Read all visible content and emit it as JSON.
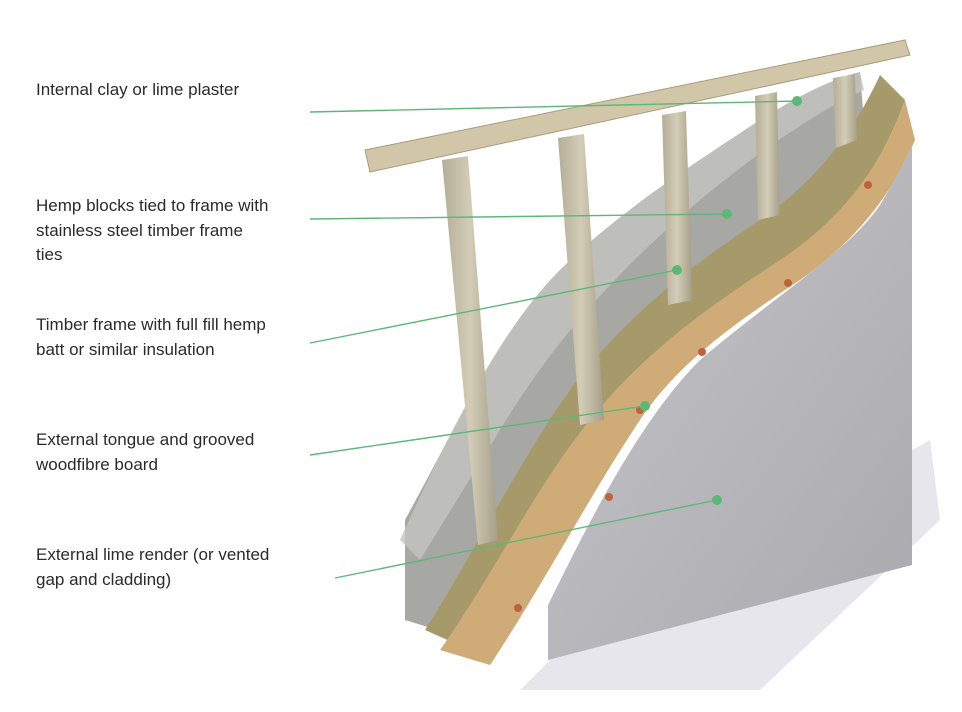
{
  "labels": [
    {
      "text": "Internal clay or lime plaster"
    },
    {
      "text": "Hemp blocks tied to frame with\nstainless steel timber frame\nties"
    },
    {
      "text": "Timber frame with full fill hemp\nbatt or similar insulation"
    },
    {
      "text": "External tongue and grooved\nwoodfibre board"
    },
    {
      "text": "External lime render (or vented\ngap and cladding)"
    }
  ],
  "colors": {
    "leader": "#5cb878",
    "render": "#b9b9bd",
    "wood": "#c9a877",
    "timber": "#c8c0a8",
    "blocks": "#a9aaa6"
  }
}
